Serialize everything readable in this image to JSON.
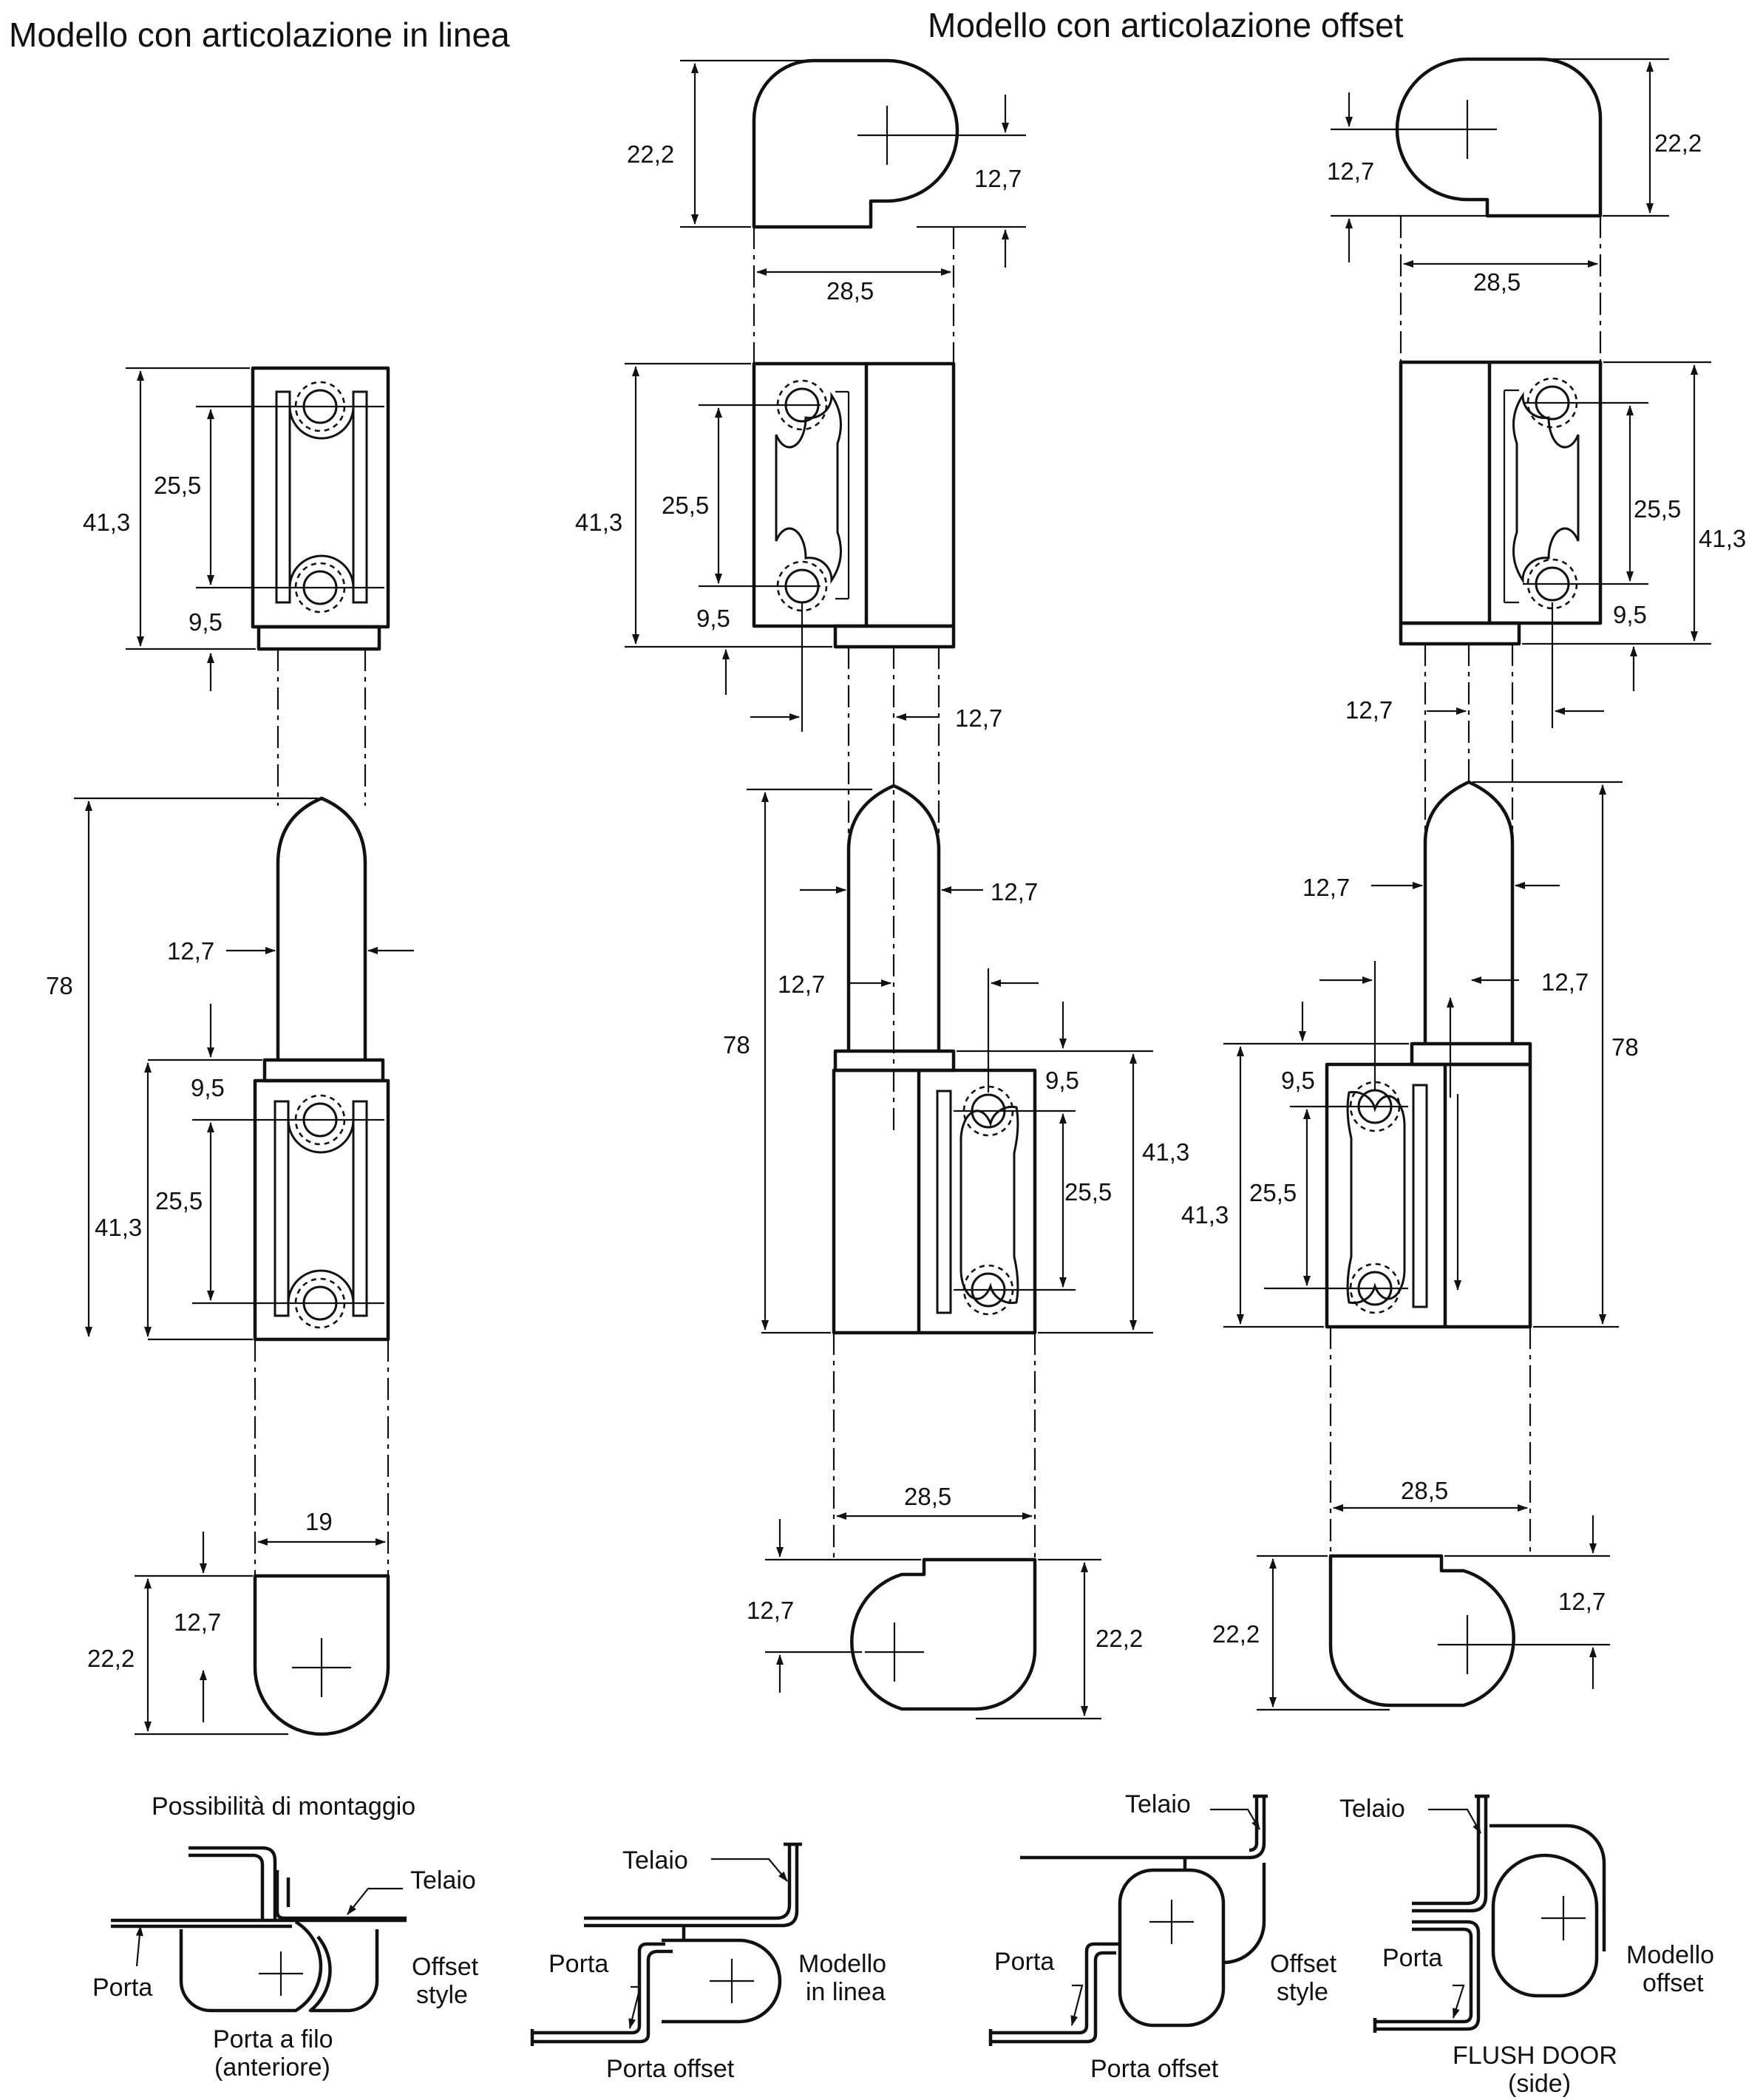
{
  "titles": {
    "inline_model": "Modello con articolazione in linea",
    "offset_model": "Modello con articolazione offset"
  },
  "dimensions": {
    "d22_2": "22,2",
    "d12_7": "12,7",
    "d28_5": "28,5",
    "d41_3": "41,3",
    "d25_5": "25,5",
    "d9_5": "9,5",
    "d78": "78",
    "d19": "19"
  },
  "mounting": {
    "title": "Possibilità di montaggio",
    "frame": "Telaio",
    "door": "Porta",
    "offset_style_1": "Offset",
    "offset_style_2": "style",
    "inline_model_1": "Modello",
    "inline_model_2": "in linea",
    "offset_model_1": "Modello",
    "offset_model_2": "offset",
    "flush_front_1": "Porta a filo",
    "flush_front_2": "(anteriore)",
    "offset_door": "Porta offset",
    "flush_door_1": "FLUSH DOOR",
    "flush_door_2": "(side)"
  },
  "icons": [
    "arrowhead-icon",
    "crosshair-icon",
    "screw-hole-icon"
  ]
}
